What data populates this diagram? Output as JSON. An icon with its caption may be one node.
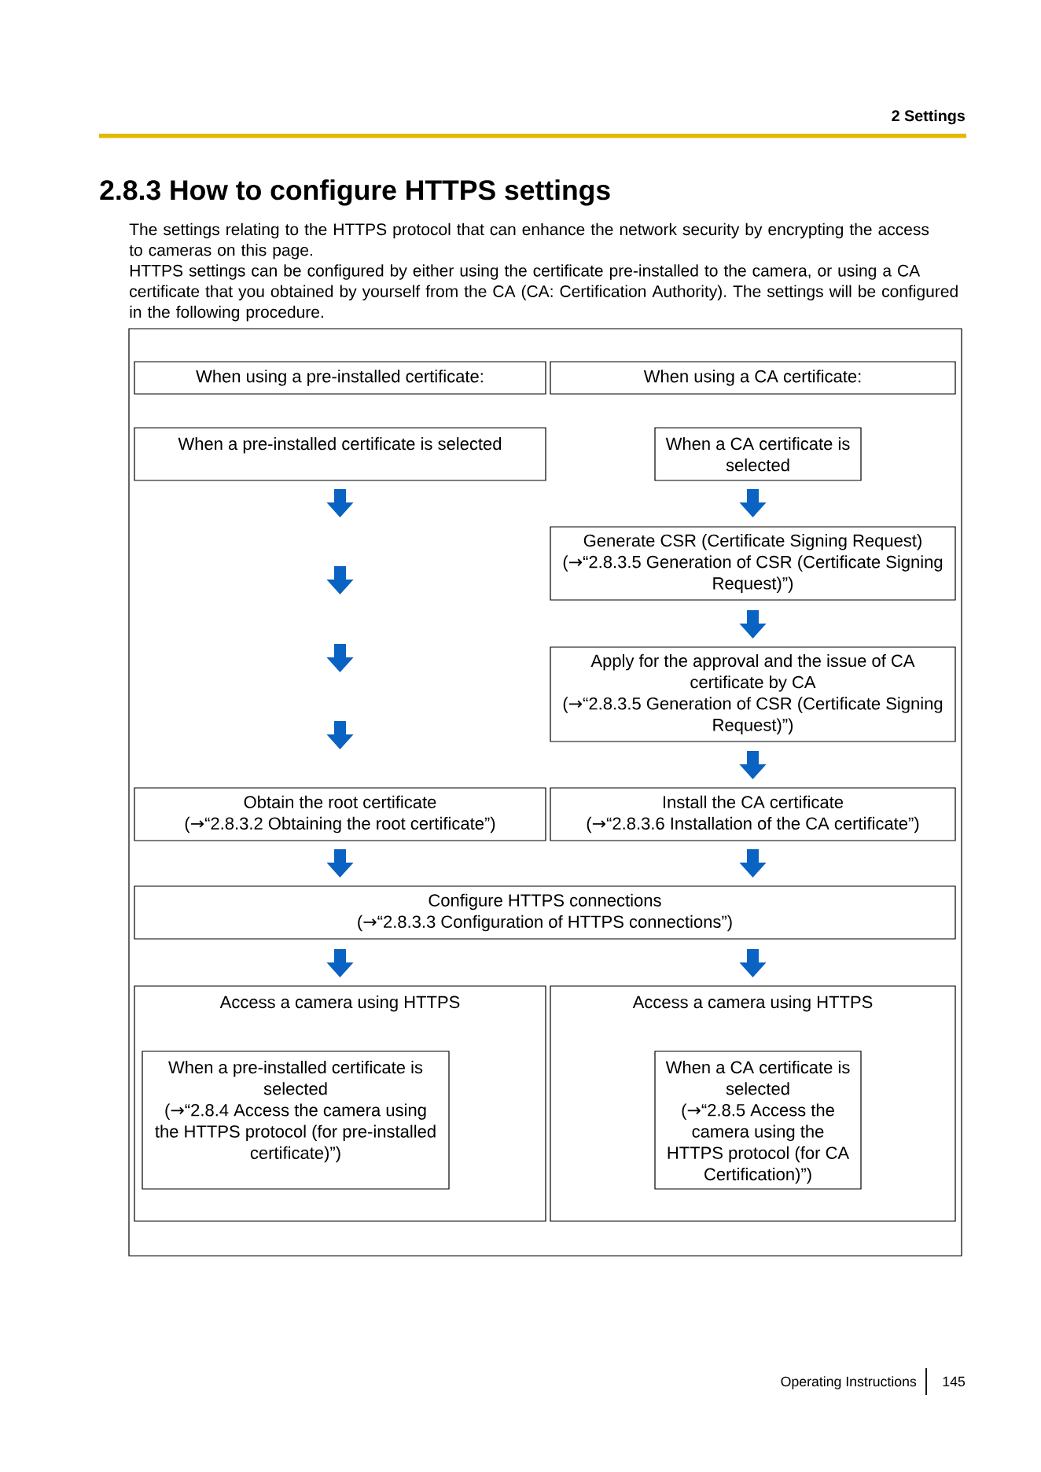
{
  "diagram": {
    "title": "2.8.3 How to configure HTTPS settings",
    "nodes": [
      {
        "text": [
          "When using a pre-installed certificate:"
        ]
      },
      {
        "text": [
          "When using a CA certificate:"
        ]
      },
      {
        "text": [
          "When a pre-installed certificate is selected"
        ]
      },
      {
        "text": [
          "When a CA certificate is selected"
        ]
      },
      {
        "text": [
          "Generate CSR (Certificate Signing Request)",
          "(→“2.8.3.5 Generation of CSR (Certificate Signing Request)”)"
        ]
      },
      {
        "text": [
          "Apply for the approval and the issue of CA certificate by CA",
          "(→“2.8.3.5 Generation of CSR (Certificate Signing Request)”)"
        ]
      },
      {
        "text": [
          "Obtain the root certificate",
          "(→“2.8.3.2 Obtaining the root certificate”)"
        ]
      },
      {
        "text": [
          "Install the CA certificate",
          "(→“2.8.3.6 Installation of the CA certificate”)"
        ]
      },
      {
        "text": [
          "Configure HTTPS connections",
          "(→“2.8.3.3 Configuration of HTTPS connections”)"
        ]
      },
      {
        "text": [
          "Access a camera using HTTPS"
        ]
      },
      {
        "text": [
          "When a pre-installed certificate is selected",
          "(→“2.8.4 Access the camera using the HTTPS protocol (for pre-installed certificate)”)"
        ],
        "in": 9
      },
      {
        "text": [
          "Access a camera using HTTPS"
        ]
      },
      {
        "text": [
          "When a CA certificate is selected",
          "(→“2.8.5 Access the camera using the HTTPS protocol (for CA Certification)”)"
        ],
        "in": 11
      }
    ],
    "edges": [
      {
        "from": 2,
        "to": null,
        "arrow": "to"
      },
      {
        "from": 3,
        "to": 4,
        "arrow": "to"
      },
      {
        "from": 4,
        "to": 5,
        "arrow": "to"
      },
      {
        "from": 5,
        "to": 7,
        "arrow": "to"
      },
      {
        "from": 6,
        "to": 8,
        "arrow": "to"
      },
      {
        "from": 7,
        "to": 8,
        "arrow": "to"
      },
      {
        "from": 8,
        "to": 9,
        "arrow": "to"
      },
      {
        "from": 8,
        "to": 11,
        "arrow": "to"
      }
    ],
    "labels": [
      "2 Settings",
      "The settings relating to the HTTPS protocol that can enhance the network security by encrypting the access to cameras on this page.",
      "HTTPS settings can be configured by either using the certificate pre-installed to the camera, or using a CA certificate that you obtained by yourself from the CA (CA: Certification Authority). The settings will be configured in the following procedure.",
      "Operating Instructions",
      "145"
    ]
  }
}
